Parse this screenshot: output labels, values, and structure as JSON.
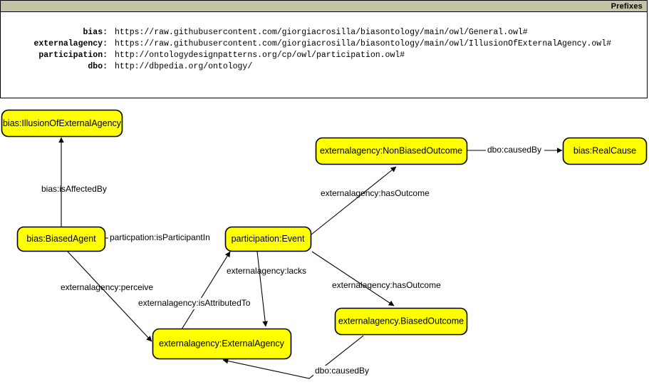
{
  "prefixes_panel": {
    "title": "Prefixes",
    "rows": [
      {
        "key": "bias:",
        "value": "https://raw.githubusercontent.com/giorgiacrosilla/biasontology/main/owl/General.owl#"
      },
      {
        "key": "externalagency:",
        "value": "https://raw.githubusercontent.com/giorgiacrosilla/biasontology/main/owl/IllusionOfExternalAgency.owl#"
      },
      {
        "key": "participation:",
        "value": "http://ontologydesignpatterns.org/cp/owl/participation.owl#"
      },
      {
        "key": "dbo:",
        "value": "http://dbpedia.org/ontology/"
      }
    ]
  },
  "colors": {
    "node_fill": "#ffff00",
    "node_stroke": "#000000",
    "titlebar": "#c3c3a5",
    "canvas": "#ffffff"
  },
  "graph": {
    "nodes": [
      {
        "id": "illusion",
        "label": "bias:IllusionOfExternalAgency"
      },
      {
        "id": "biasedagent",
        "label": "bias:BiasedAgent"
      },
      {
        "id": "event",
        "label": "participation:Event"
      },
      {
        "id": "nonbiased",
        "label": "externalagency:NonBiasedOutcome"
      },
      {
        "id": "realcause",
        "label": "bias:RealCause"
      },
      {
        "id": "externalagency",
        "label": "externalagency:ExternalAgency"
      },
      {
        "id": "biasedoutcome",
        "label": "externalagency.BiasedOutcome"
      }
    ],
    "edges": [
      {
        "id": "e1",
        "label": "bias:isAffectedBy",
        "from": "biasedagent",
        "to": "illusion"
      },
      {
        "id": "e2",
        "label": "particpation:isParticipantIn",
        "from": "biasedagent",
        "to": "event"
      },
      {
        "id": "e3",
        "label": "externalagency:hasOutcome",
        "from": "event",
        "to": "nonbiased"
      },
      {
        "id": "e4",
        "label": "dbo:causedBy",
        "from": "nonbiased",
        "to": "realcause"
      },
      {
        "id": "e5",
        "label": "externalagency:lacks",
        "from": "event",
        "to": "externalagency"
      },
      {
        "id": "e6",
        "label": "externalagency:hasOutcome",
        "from": "event",
        "to": "biasedoutcome"
      },
      {
        "id": "e7",
        "label": "externalagency:perceive",
        "from": "biasedagent",
        "to": "externalagency"
      },
      {
        "id": "e8",
        "label": "externalagency:isAttributedTo",
        "from": "externalagency",
        "to": "event"
      },
      {
        "id": "e9",
        "label": "dbo:causedBy",
        "from": "biasedoutcome",
        "to": "externalagency"
      }
    ]
  }
}
